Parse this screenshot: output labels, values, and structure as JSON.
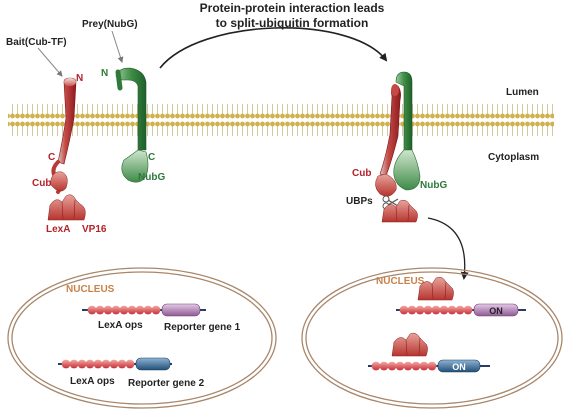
{
  "title": {
    "line1": "Protein-protein interaction leads",
    "line2": "to split-ubiquitin formation"
  },
  "labels": {
    "bait": "Bait(Cub-TF)",
    "prey": "Prey(NubG)",
    "lumen": "Lumen",
    "cytoplasm": "Cytoplasm",
    "n_bait": "N",
    "n_prey": "N",
    "c_bait": "C",
    "c_prey": "C",
    "cub_left": "Cub",
    "nubg_left": "NubG",
    "lexa": "LexA",
    "vp16": "VP16",
    "cub_right": "Cub",
    "nubg_right": "NubG",
    "ubps": "UBPs"
  },
  "nucleus_left": {
    "title": "NUCLEUS",
    "ops1": "LexA ops",
    "gene1": "Reporter gene 1",
    "ops2": "LexA ops",
    "gene2": "Reporter gene 2"
  },
  "nucleus_right": {
    "title": "NUCLEUS",
    "on1": "ON",
    "on2": "ON"
  },
  "colors": {
    "bait_red": "#b2232a",
    "prey_green": "#2f7a3a",
    "membrane_head": "#c9b25a",
    "nucleus_text": "#c8824a",
    "gene1": "#a574a8",
    "gene2": "#2f5f88"
  }
}
